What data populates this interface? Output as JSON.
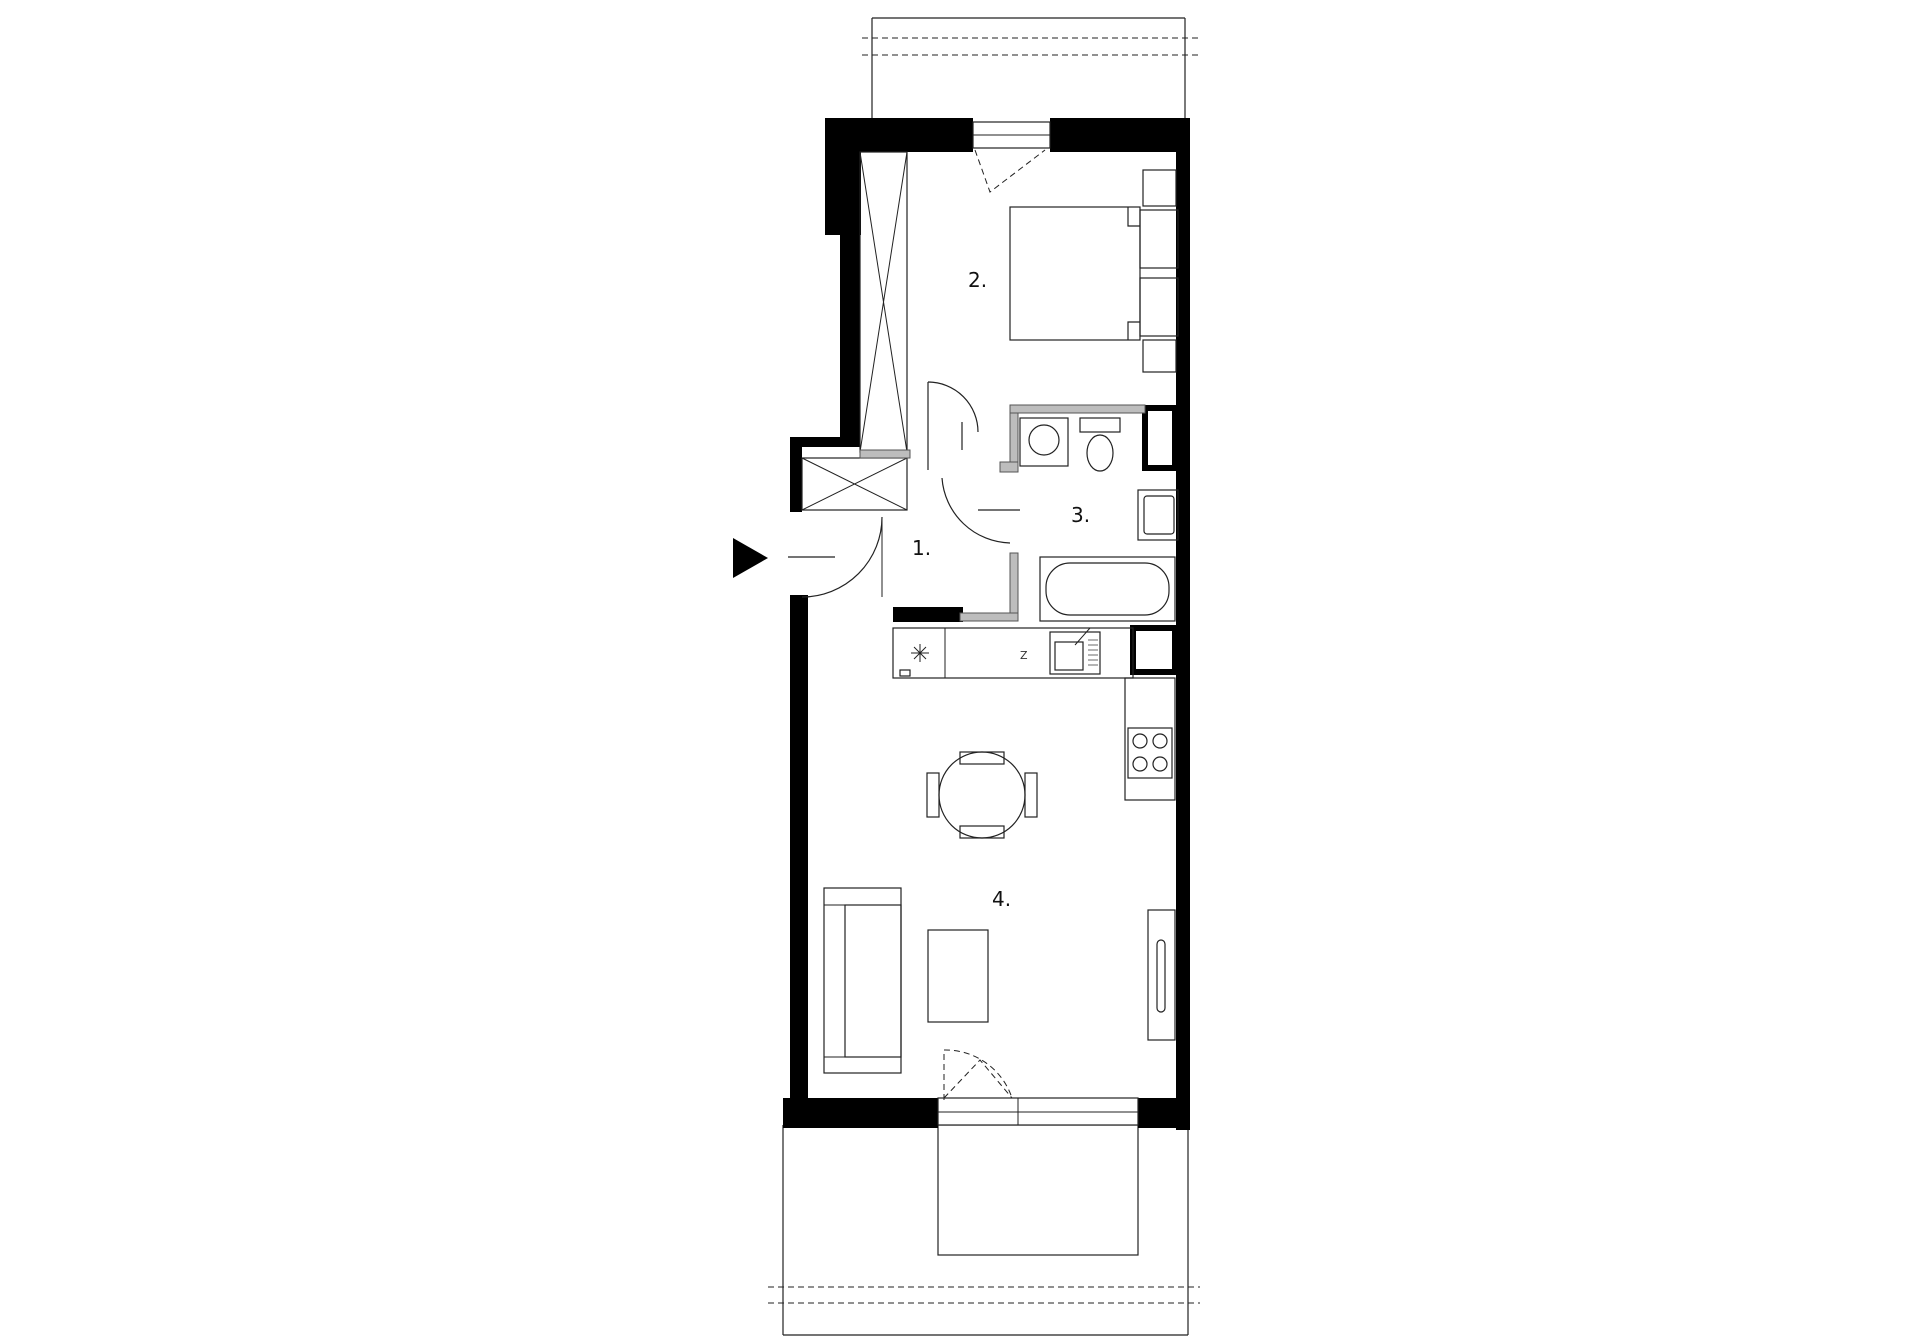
{
  "rooms": [
    {
      "id": "1",
      "label": "1."
    },
    {
      "id": "2",
      "label": "2."
    },
    {
      "id": "3",
      "label": "3."
    },
    {
      "id": "4",
      "label": "4."
    }
  ],
  "fixtures": {
    "kitchen_counter_mark": "Z"
  },
  "colors": {
    "wall": "#000000",
    "line": "#222222",
    "partition": "#bdbdbd",
    "background": "#ffffff"
  },
  "icons": [
    "entrance-arrow-icon",
    "snowflake-icon",
    "cooktop-icon",
    "toilet-icon",
    "washbasin-icon",
    "bathtub-icon",
    "washing-machine-icon"
  ]
}
